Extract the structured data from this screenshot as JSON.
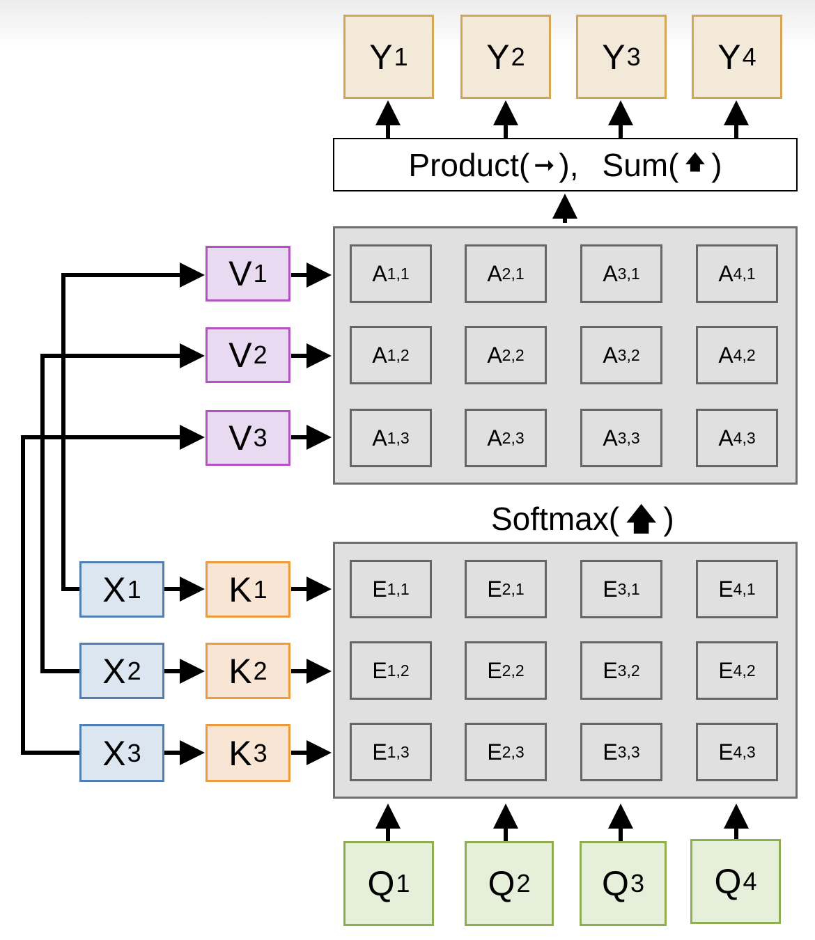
{
  "diagram": {
    "outputs": [
      {
        "letter": "Y",
        "index": "1"
      },
      {
        "letter": "Y",
        "index": "2"
      },
      {
        "letter": "Y",
        "index": "3"
      },
      {
        "letter": "Y",
        "index": "4"
      }
    ],
    "aggregation_label": {
      "product": "Product(",
      "product_arrow": "➞",
      "product_close": "),",
      "sum": "Sum(",
      "sum_arrow": "🡅",
      "sum_close": ")"
    },
    "values": [
      {
        "letter": "V",
        "index": "1"
      },
      {
        "letter": "V",
        "index": "2"
      },
      {
        "letter": "V",
        "index": "3"
      }
    ],
    "inputs": [
      {
        "letter": "X",
        "index": "1"
      },
      {
        "letter": "X",
        "index": "2"
      },
      {
        "letter": "X",
        "index": "3"
      }
    ],
    "keys": [
      {
        "letter": "K",
        "index": "1"
      },
      {
        "letter": "K",
        "index": "2"
      },
      {
        "letter": "K",
        "index": "3"
      }
    ],
    "queries": [
      {
        "letter": "Q",
        "index": "1"
      },
      {
        "letter": "Q",
        "index": "2"
      },
      {
        "letter": "Q",
        "index": "3"
      },
      {
        "letter": "Q",
        "index": "4"
      }
    ],
    "attention_matrix": {
      "letter": "A",
      "rows": [
        [
          "1,1",
          "2,1",
          "3,1",
          "4,1"
        ],
        [
          "1,2",
          "2,2",
          "3,2",
          "4,2"
        ],
        [
          "1,3",
          "2,3",
          "3,3",
          "4,3"
        ]
      ]
    },
    "softmax_label": {
      "text": "Softmax(",
      "arrow": "🡅",
      "close": ")"
    },
    "energy_matrix": {
      "letter": "E",
      "rows": [
        [
          "1,1",
          "2,1",
          "3,1",
          "4,1"
        ],
        [
          "1,2",
          "2,2",
          "3,2",
          "4,2"
        ],
        [
          "1,3",
          "2,3",
          "3,3",
          "4,3"
        ]
      ]
    },
    "colors": {
      "output": "#f3e9d8",
      "value": "#e8daf0",
      "input": "#dbe6f1",
      "key": "#f8e5d3",
      "query": "#e6efd9",
      "matrix": "#e0e0e0"
    }
  }
}
